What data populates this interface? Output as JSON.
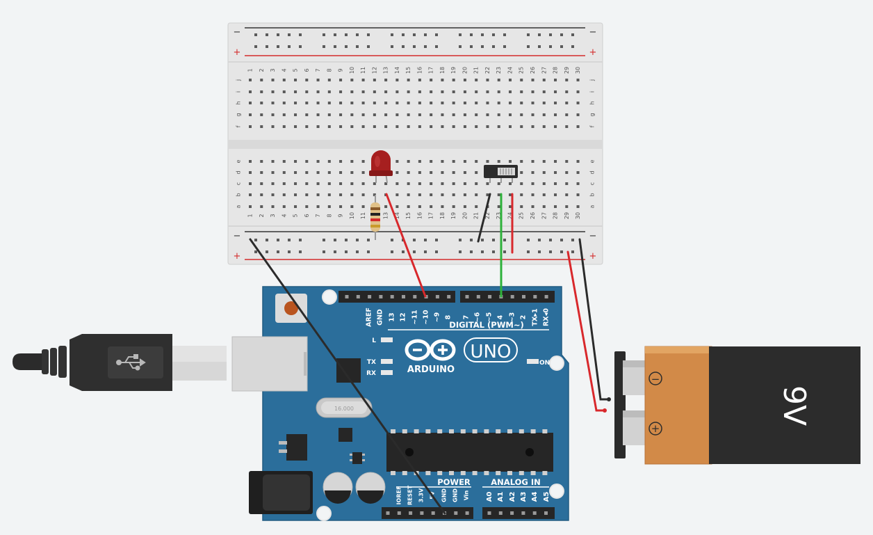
{
  "breadboard": {
    "columns": [
      "1",
      "2",
      "3",
      "4",
      "5",
      "6",
      "7",
      "8",
      "9",
      "10",
      "11",
      "12",
      "13",
      "14",
      "15",
      "16",
      "17",
      "18",
      "19",
      "20",
      "21",
      "22",
      "23",
      "24",
      "25",
      "26",
      "27",
      "28",
      "29",
      "30"
    ],
    "rows_top": [
      "j",
      "i",
      "h",
      "g",
      "f"
    ],
    "rows_bottom": [
      "e",
      "d",
      "c",
      "b",
      "a"
    ],
    "rail_minus": "−",
    "rail_plus": "+"
  },
  "arduino": {
    "brand": "ARDUINO",
    "model": "UNO",
    "digital_header": "DIGITAL (PWM~)",
    "digital_pins": [
      "AREF",
      "GND",
      "13",
      "12",
      "~11",
      "~10",
      "~9",
      "8",
      "7",
      "~6",
      "~5",
      "4",
      "~3",
      "2",
      "TX▸1",
      "RX◂0"
    ],
    "led_labels": [
      "L",
      "TX",
      "RX",
      "ON"
    ],
    "power_header": "POWER",
    "power_pins": [
      "IOREF",
      "RESET",
      "3.3V",
      "5V",
      "GND",
      "GND",
      "Vin"
    ],
    "analog_header": "ANALOG IN",
    "analog_pins": [
      "A0",
      "A1",
      "A2",
      "A3",
      "A4",
      "A5"
    ],
    "crystal_label": "16.000"
  },
  "battery": {
    "label": "9V",
    "minus": "−",
    "plus": "+",
    "colors": {
      "body_orange": "#d28a48",
      "body_black": "#2c2c2c"
    }
  },
  "wire_colors": {
    "red": "#d8282c",
    "black": "#2b2b2b",
    "green": "#2db13a"
  },
  "components": [
    "usb-cable",
    "breadboard",
    "arduino-uno",
    "red-led",
    "resistor",
    "slide-switch",
    "9v-battery"
  ]
}
